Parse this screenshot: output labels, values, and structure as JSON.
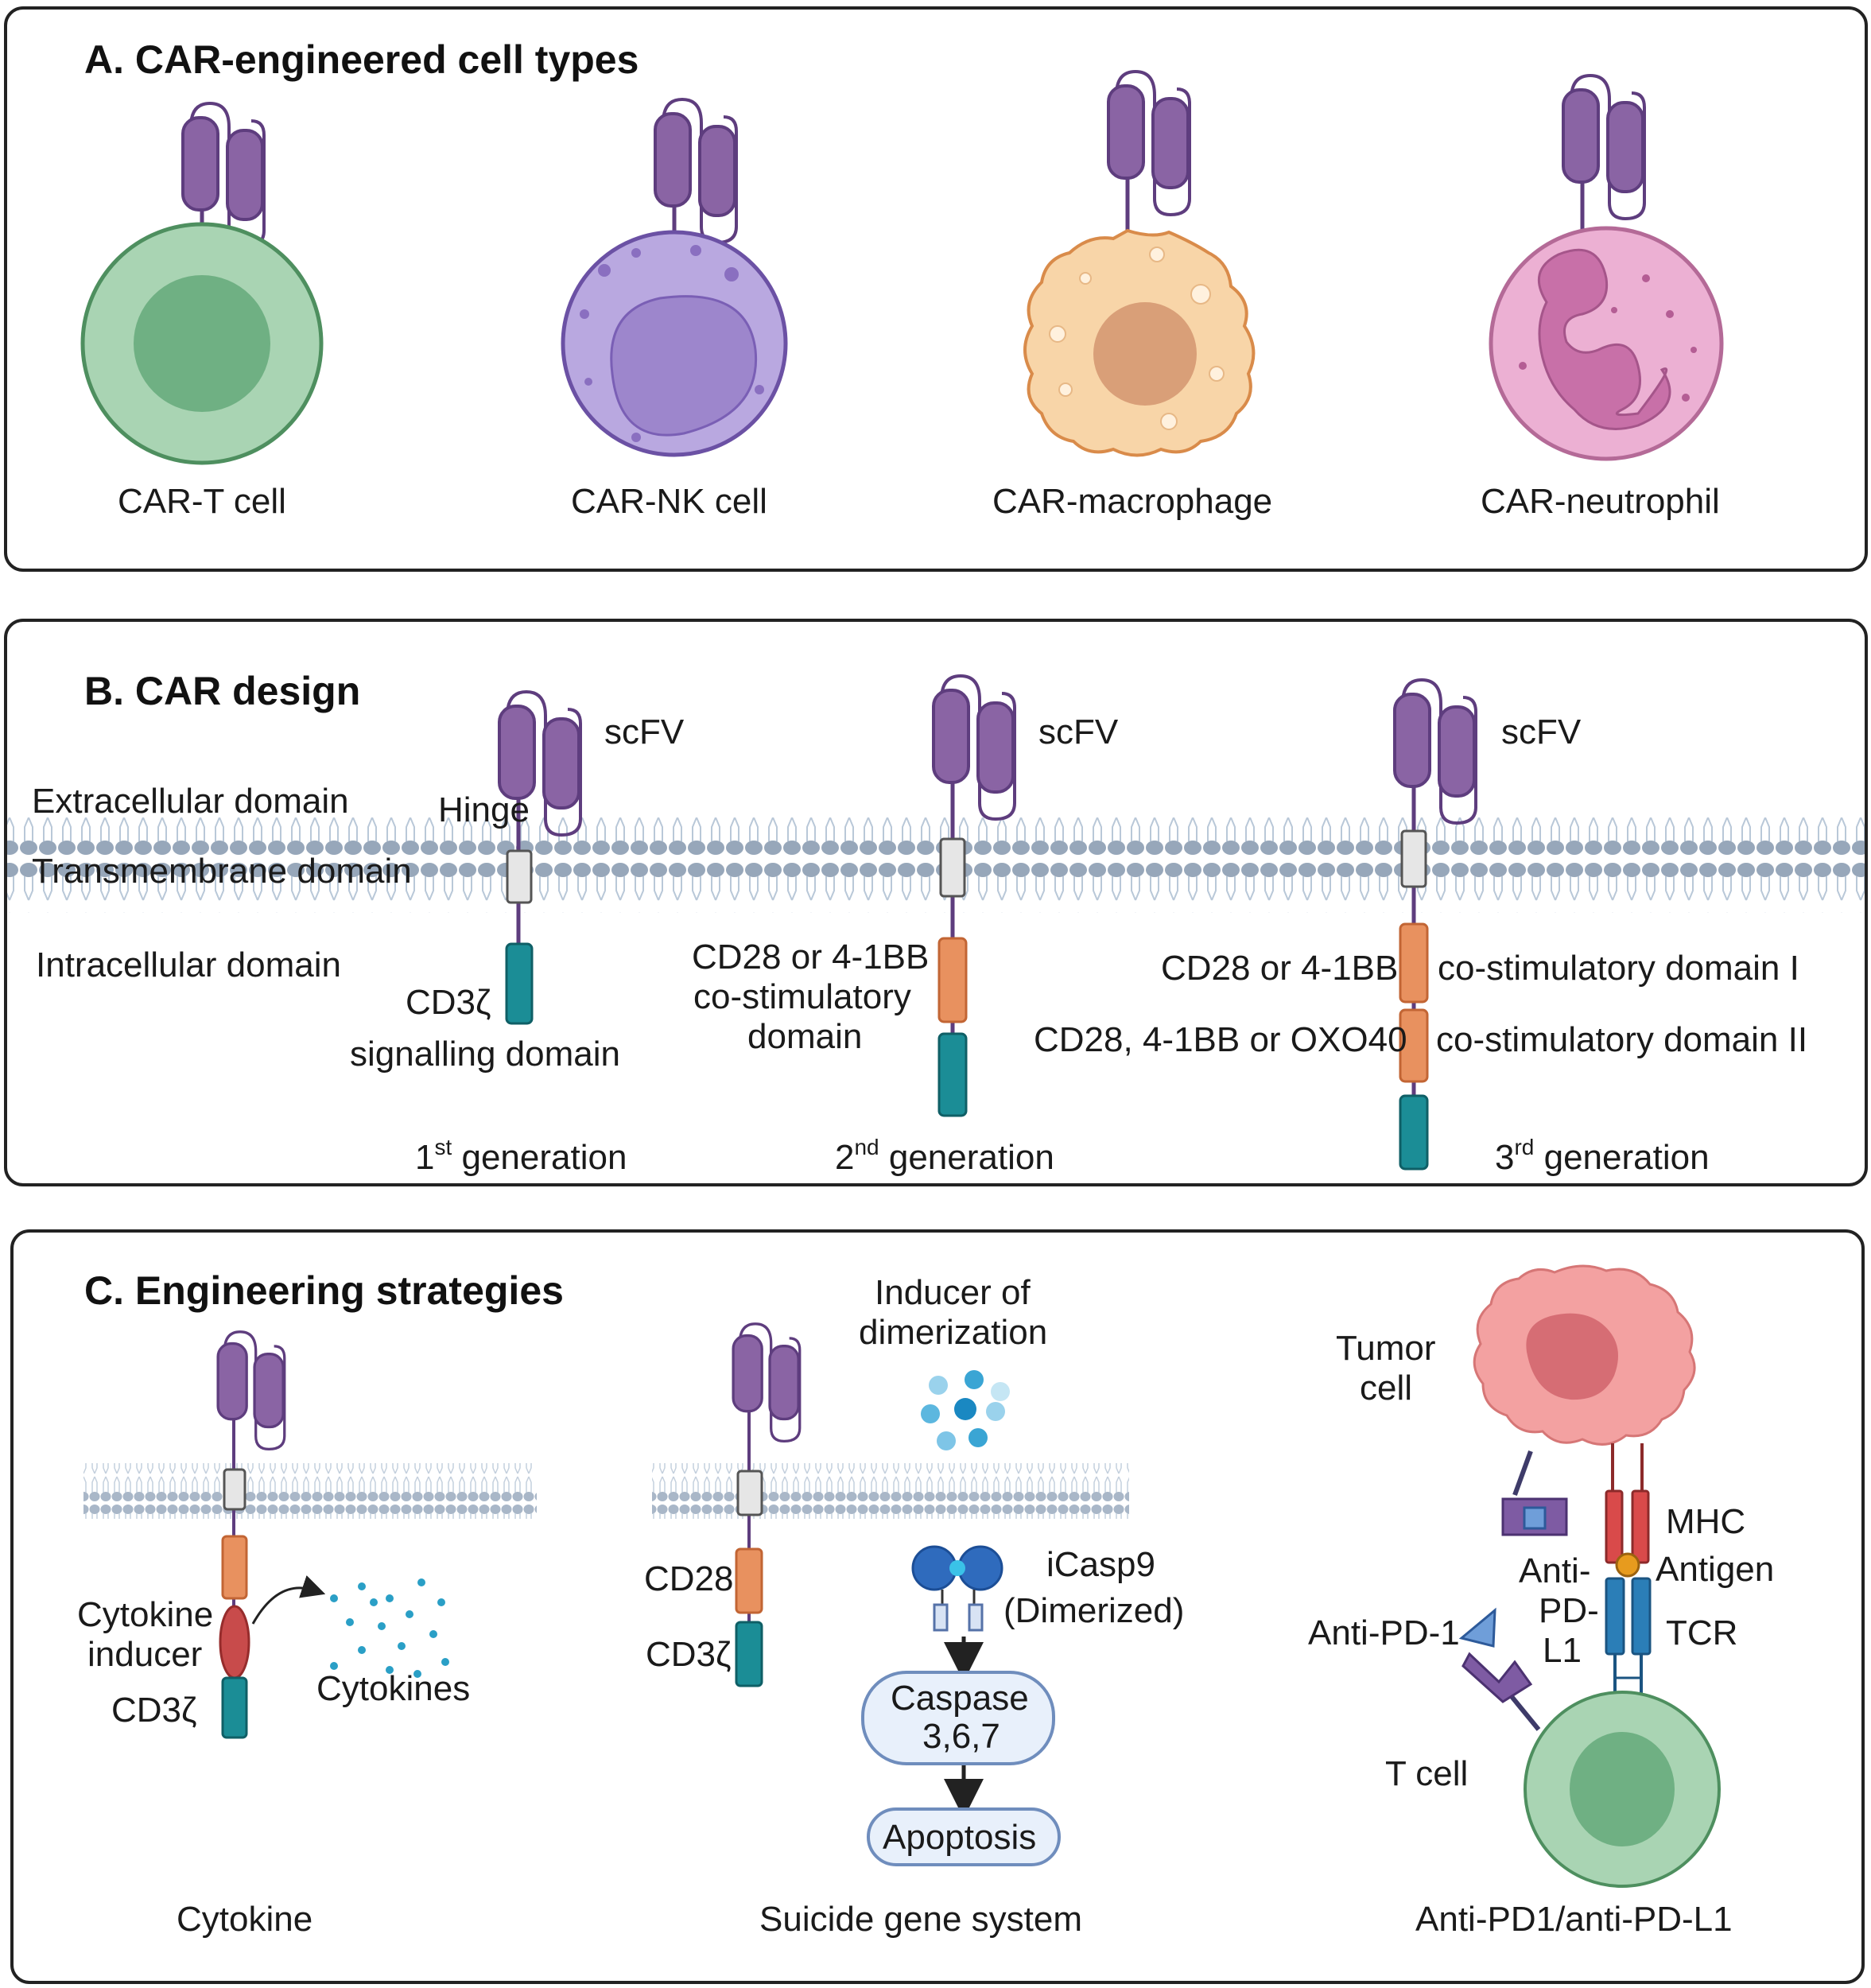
{
  "panel_a": {
    "heading": "A. CAR-engineered cell types",
    "cells": [
      {
        "label": "CAR-T cell",
        "color": "#a9d4b3"
      },
      {
        "label": "CAR-NK cell",
        "color": "#b9a8e0"
      },
      {
        "label": "CAR-macrophage",
        "color": "#f8d5a8"
      },
      {
        "label": "CAR-neutrophil",
        "color": "#ecb0d3"
      }
    ]
  },
  "panel_b": {
    "heading": "B. CAR design",
    "extracellular": "Extracellular domain",
    "transmembrane": "Transmembrane domain",
    "intracellular": "Intracellular domain",
    "hinge": "Hinge",
    "scfv": "scFV",
    "gen1": {
      "cd3z": "CD3ζ",
      "signalling": "signalling domain",
      "num": "1",
      "sup": "st",
      "text": " generation"
    },
    "gen2": {
      "line1": "CD28 or 4-1BB",
      "line2": "co-stimulatory",
      "line3": "domain",
      "num": "2",
      "sup": "nd",
      "text": " generation"
    },
    "gen3": {
      "left1": "CD28 or 4-1BB",
      "left2": "CD28, 4-1BB or OXO40",
      "right1": "co-stimulatory domain I",
      "right2": "co-stimulatory domain II",
      "num": "3",
      "sup": "rd",
      "text": " generation"
    }
  },
  "panel_c": {
    "heading": "C. Engineering strategies",
    "cytokine": {
      "inducer1": "Cytokine",
      "inducer2": "inducer",
      "cd3z": "CD3ζ",
      "cytokines": "Cytokines",
      "caption": "Cytokine"
    },
    "suicide": {
      "inducer1": "Inducer of",
      "inducer2": "dimerization",
      "cd28": "CD28",
      "cd3z": "CD3ζ",
      "icasp1": "iCasp9",
      "icasp2": "(Dimerized)",
      "caspase1": "Caspase",
      "caspase2": "3,6,7",
      "apoptosis": "Apoptosis",
      "caption": "Suicide gene system"
    },
    "pd1": {
      "tumor1": "Tumor",
      "tumor2": "cell",
      "mhc": "MHC",
      "antigen": "Antigen",
      "tcr": "TCR",
      "antipdl1_1": "Anti-",
      "antipdl1_2": "PD-",
      "antipdl1_3": "L1",
      "antipd1": "Anti-PD-1",
      "tcell": "T cell",
      "caption": "Anti-PD1/anti-PD-L1"
    }
  },
  "colors": {
    "scfv": "#8a64a4",
    "membrane": "#97a7ba",
    "teal": "#1b8d96",
    "orange": "#e8915f",
    "border": "#222222"
  }
}
